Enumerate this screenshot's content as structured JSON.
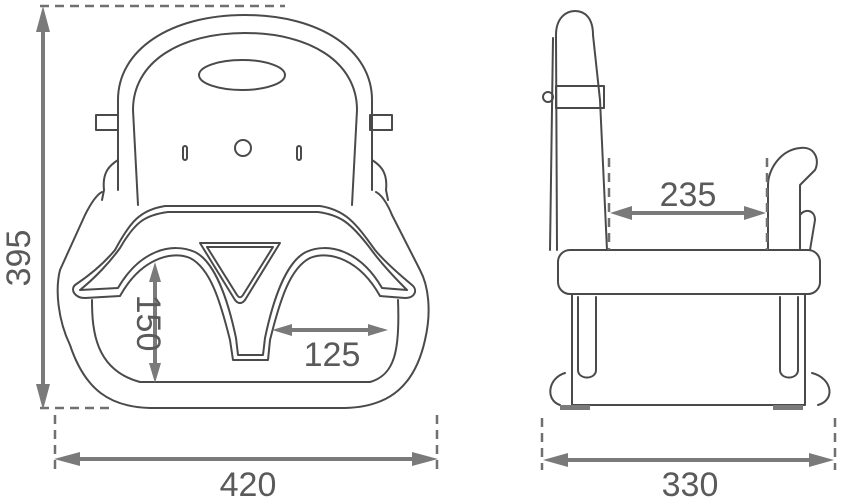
{
  "diagram": {
    "subject": "booster-seat-dimensions",
    "colors": {
      "outline": "#4a4a4a",
      "dimension": "#7a7a7a",
      "background": "#ffffff"
    },
    "front_view": {
      "height_label": "395",
      "width_label": "420",
      "seat_depth_label": "150",
      "leg_opening_label": "125"
    },
    "side_view": {
      "seat_depth_label": "235",
      "overall_depth_label": "330"
    }
  }
}
